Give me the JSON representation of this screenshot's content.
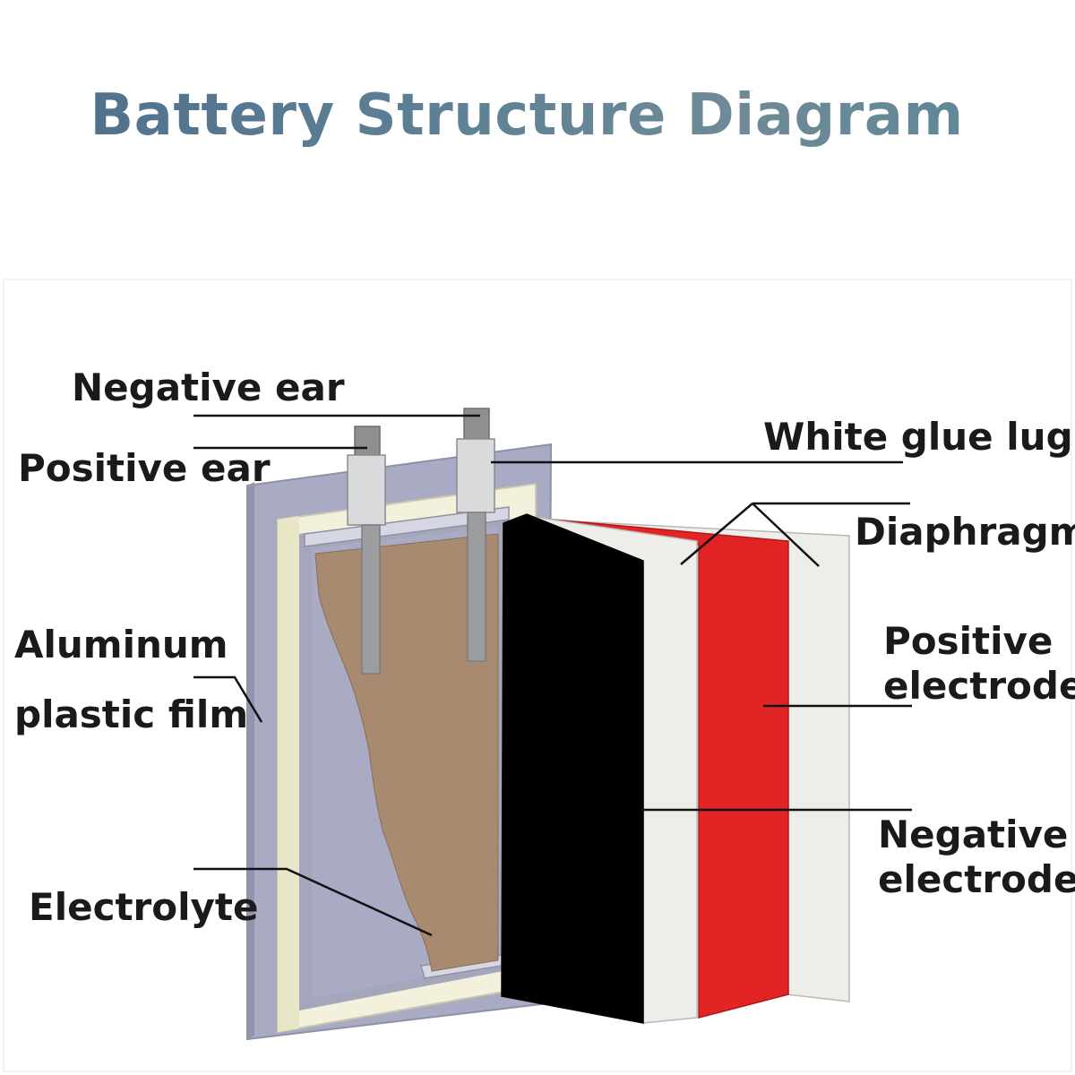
{
  "title": "Battery Structure Diagram",
  "labels": {
    "negative_ear": "Negative ear",
    "positive_ear": "Positive ear",
    "aluminum_line1": "Aluminum",
    "aluminum_line2": "plastic film",
    "electrolyte": "Electrolyte",
    "white_glue_lug": "White glue lug",
    "diaphragm": "Diaphragm",
    "positive_electrode_line1": "Positive",
    "positive_electrode_line2": "electrode",
    "negative_electrode_line1": "Negative",
    "negative_electrode_line2": "electrode"
  },
  "colors": {
    "title": "#5a7a8c",
    "casing": "#a9abc4",
    "frame": "#f3f1dc",
    "electrolyte": "#a78a6f",
    "negative_electrode": "#000000",
    "positive_electrode": "#e32424",
    "diaphragm": "#ededea",
    "tab": "#9b9d9f"
  }
}
